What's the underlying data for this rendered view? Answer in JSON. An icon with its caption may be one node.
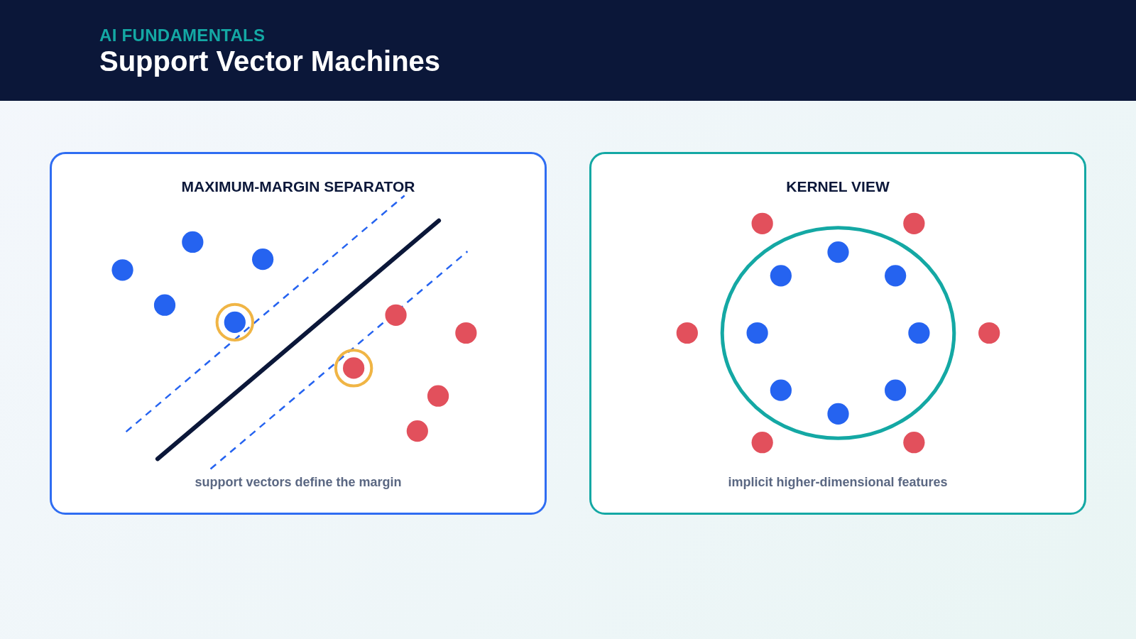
{
  "diagram": {
    "title": "Support Vector Machines",
    "nodes": [
      {
        "text": [
          "MAXIMUM-MARGIN SEPARATOR",
          "support vectors define the margin"
        ]
      },
      {
        "text": [
          "KERNEL VIEW",
          "implicit higher-dimensional features"
        ]
      }
    ],
    "labels": [
      "AI FUNDAMENTALS"
    ]
  }
}
